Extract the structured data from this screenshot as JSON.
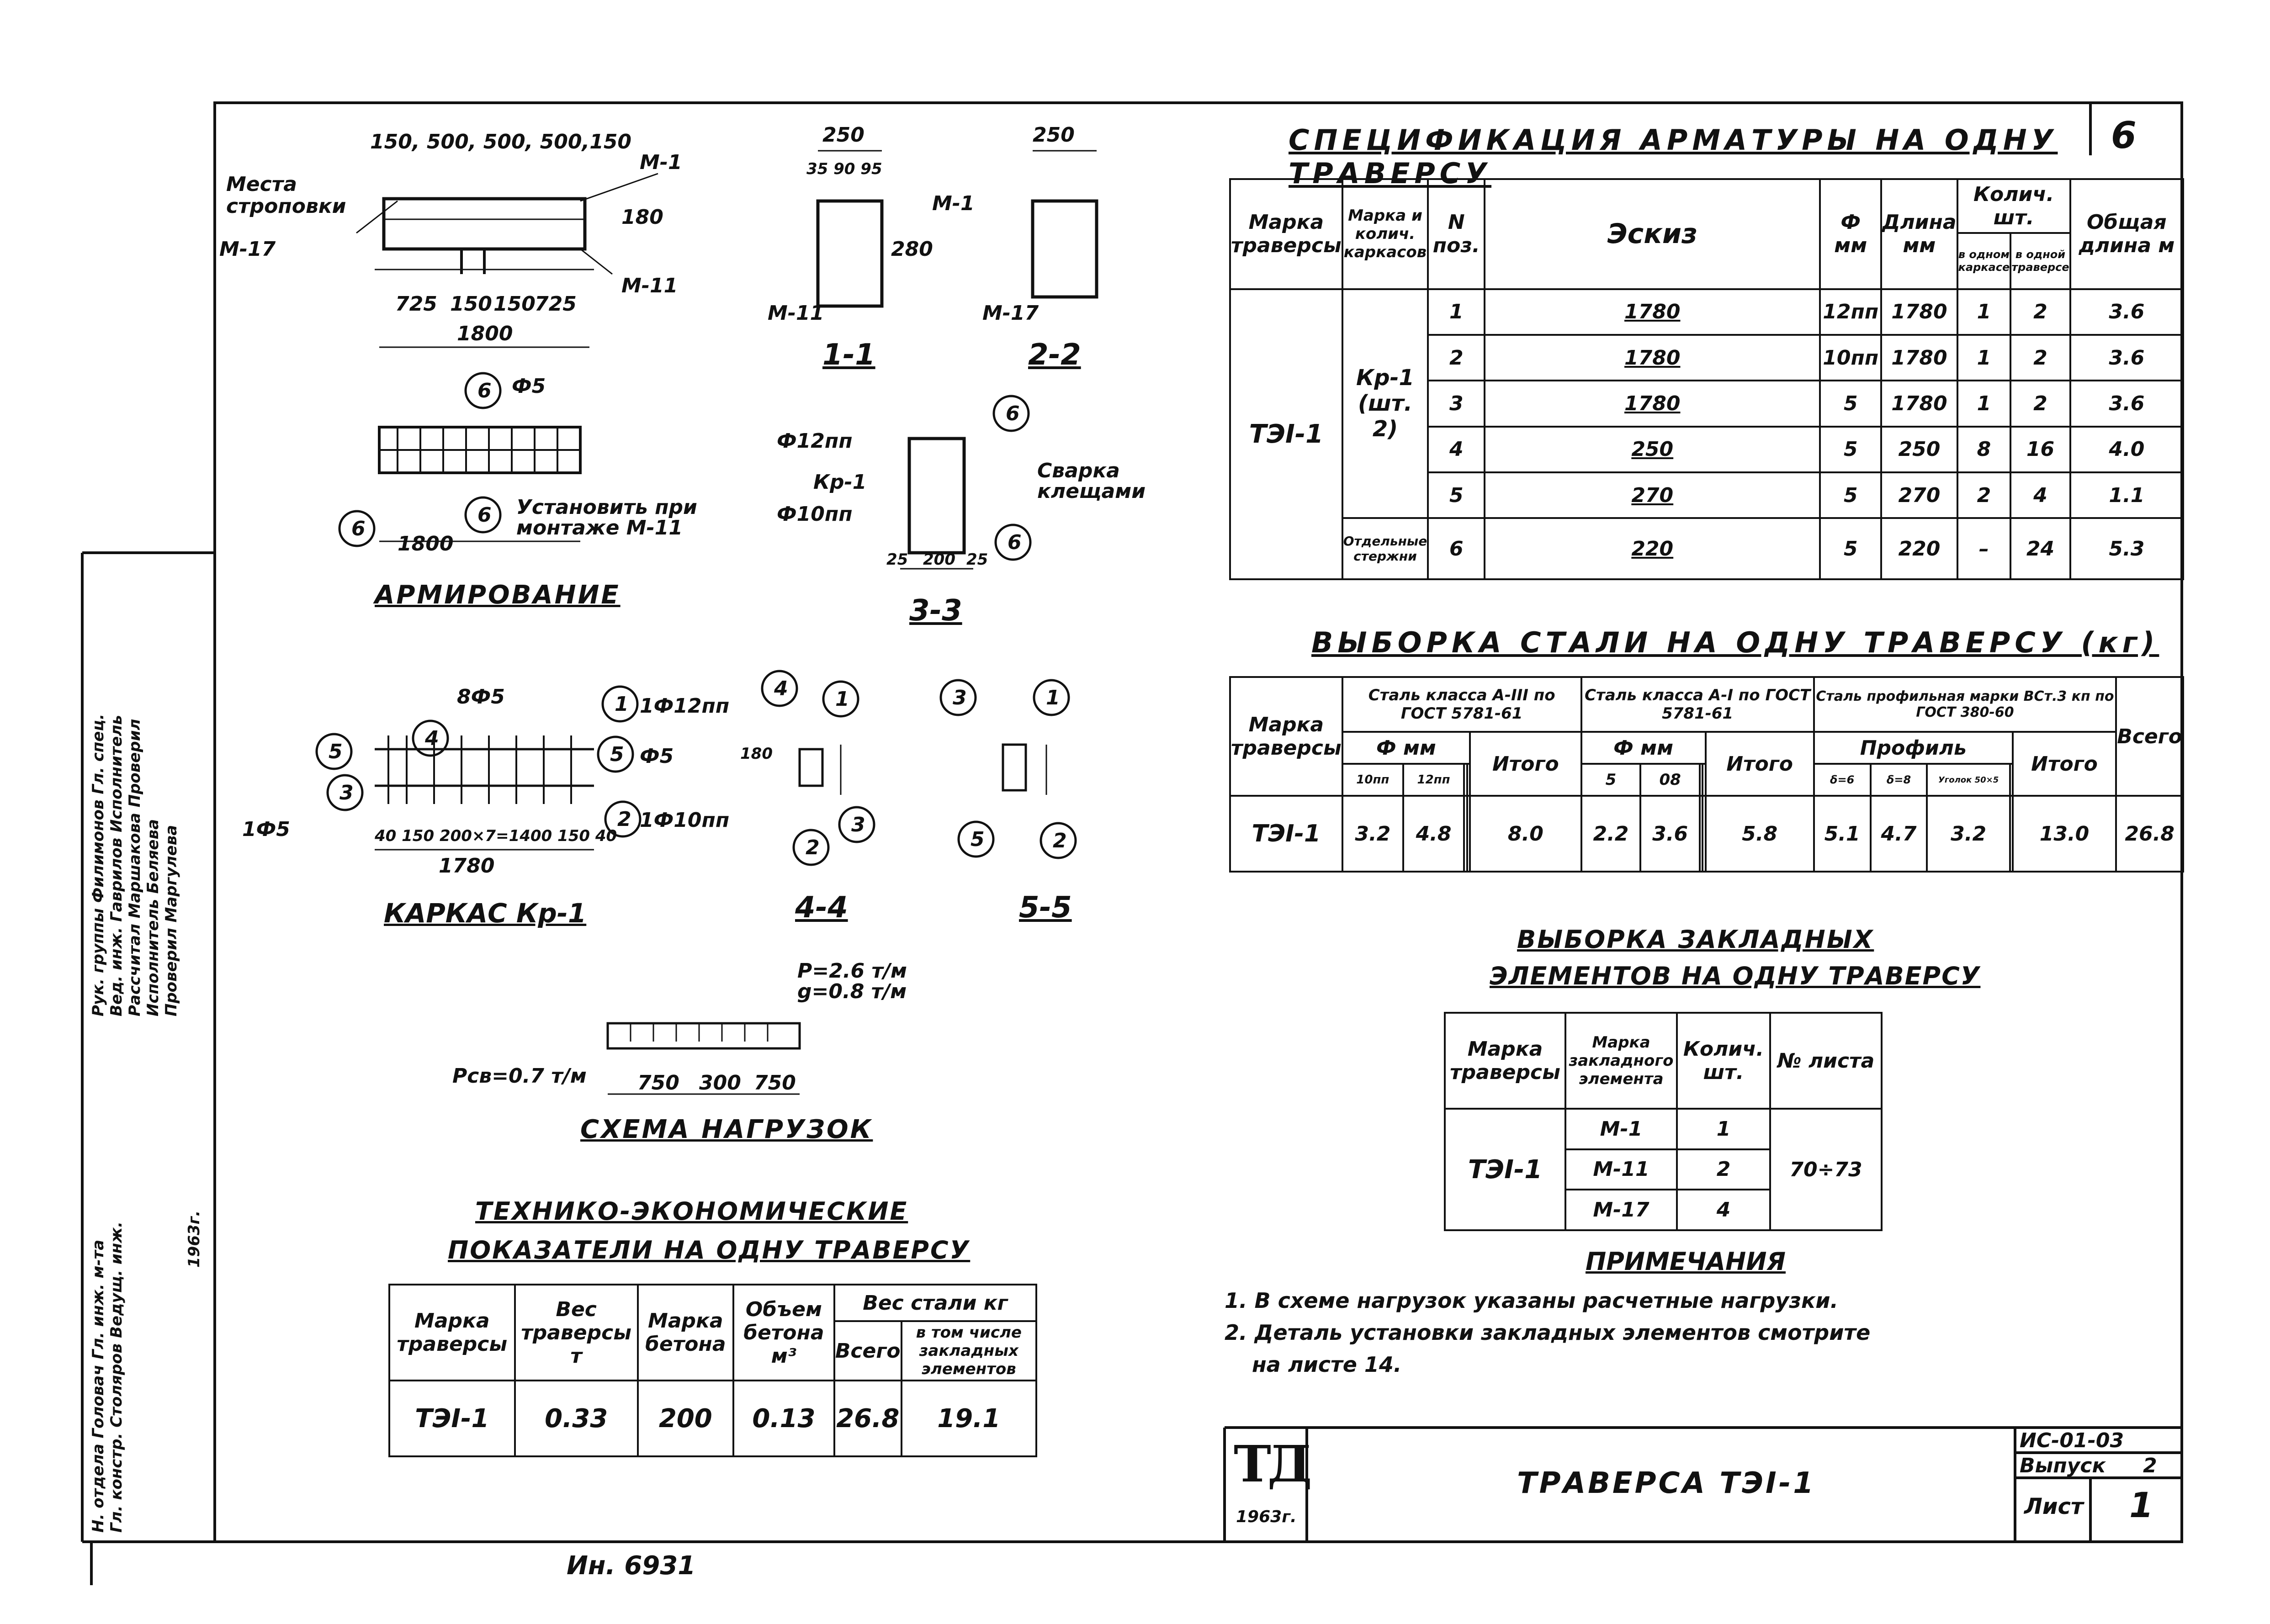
{
  "sheet_number_corner": "6",
  "spec": {
    "title": "СПЕЦИФИКАЦИЯ АРМАТУРЫ НА ОДНУ ТРАВЕРСУ",
    "headers": [
      "Марка траверсы",
      "Марка и колич. каркасов",
      "N поз.",
      "Эскиз",
      "Ф мм",
      "Длина мм",
      "Колич. шт.",
      "Общая длина м"
    ],
    "qty_sub": [
      "в одном каркасе",
      "в одной траверсе"
    ],
    "traverse": "ТЭI-1",
    "group1": "Кр-1 (шт. 2)",
    "group2": "Отдельные стержни",
    "rows": [
      {
        "pos": "1",
        "sketch": "1780",
        "d": "12пп",
        "len": "1780",
        "q1": "1",
        "q2": "2",
        "total": "3.6"
      },
      {
        "pos": "2",
        "sketch": "1780",
        "d": "10пп",
        "len": "1780",
        "q1": "1",
        "q2": "2",
        "total": "3.6"
      },
      {
        "pos": "3",
        "sketch": "1780",
        "d": "5",
        "len": "1780",
        "q1": "1",
        "q2": "2",
        "total": "3.6"
      },
      {
        "pos": "4",
        "sketch": "250",
        "d": "5",
        "len": "250",
        "q1": "8",
        "q2": "16",
        "total": "4.0"
      },
      {
        "pos": "5",
        "sketch": "270",
        "d": "5",
        "len": "270",
        "q1": "2",
        "q2": "4",
        "total": "1.1"
      },
      {
        "pos": "6",
        "sketch": "220",
        "d": "5",
        "len": "220",
        "q1": "–",
        "q2": "24",
        "total": "5.3"
      }
    ]
  },
  "steel": {
    "title": "ВЫБОРКА СТАЛИ НА ОДНУ ТРАВЕРСУ (кг)",
    "h_mark": "Марка траверсы",
    "h_a3": "Сталь класса А-III по ГОСТ 5781-61",
    "h_a1": "Сталь класса А-I по ГОСТ 5781-61",
    "h_prof": "Сталь профильная марки ВСт.3 кп по ГОСТ 380-60",
    "h_total": "Всего",
    "h_dmm": "Ф мм",
    "h_itogo": "Итого",
    "h_profil": "Профиль",
    "sub_a3": [
      "10пп",
      "12пп"
    ],
    "sub_a1": [
      "5",
      "08"
    ],
    "sub_prof": [
      "δ=6",
      "δ=8",
      "Уголок 50×5"
    ],
    "row": {
      "mark": "ТЭI-1",
      "a3_10": "3.2",
      "a3_12": "4.8",
      "a3_itogo": "8.0",
      "a1_5": "2.2",
      "a1_8": "3.6",
      "a1_itogo": "5.8",
      "p1": "5.1",
      "p2": "4.7",
      "p3": "3.2",
      "p_itogo": "13.0",
      "total": "26.8"
    }
  },
  "embedded": {
    "title1": "ВЫБОРКА ЗАКЛАДНЫХ",
    "title2": "ЭЛЕМЕНТОВ НА ОДНУ ТРАВЕРСУ",
    "headers": [
      "Марка траверсы",
      "Марка закладного элемента",
      "Колич. шт.",
      "№ листа"
    ],
    "mark": "ТЭI-1",
    "rows": [
      {
        "el": "М-1",
        "q": "1"
      },
      {
        "el": "М-11",
        "q": "2"
      },
      {
        "el": "М-17",
        "q": "4"
      }
    ],
    "sheets": "70÷73"
  },
  "notes": {
    "title": "ПРИМЕЧАНИЯ",
    "items": [
      "1. В схеме нагрузок указаны расчетные нагрузки.",
      "2. Деталь установки закладных элементов смотрите",
      "на листе 14."
    ]
  },
  "tech": {
    "title1": "ТЕХНИКО-ЭКОНОМИЧЕСКИЕ",
    "title2": "ПОКАЗАТЕЛИ НА ОДНУ ТРАВЕРСУ",
    "headers": [
      "Марка траверсы",
      "Вес траверсы т",
      "Марка бетона",
      "Объем бетона м³",
      "Вес стали кг"
    ],
    "sub": [
      "Всего",
      "в том числе закладных элементов"
    ],
    "row": [
      "ТЭI-1",
      "0.33",
      "200",
      "0.13",
      "26.8",
      "19.1"
    ]
  },
  "drawing": {
    "top_dims": "150, 500, 500, 500,150",
    "lift_label": "Места строповки",
    "m1": "М-1",
    "m11": "М-11",
    "m17": "М-17",
    "bottom_dims": [
      "725",
      "150",
      "150",
      "725"
    ],
    "len_1800": "1800",
    "h_180": "180",
    "sec11": "1-1",
    "sec22": "2-2",
    "sec33": "3-3",
    "sec44": "4-4",
    "sec55": "5-5",
    "dim_250": "250",
    "dim_280": "280",
    "dims_small": "35 90 95",
    "reinf_title": "АРМИРОВАНИЕ",
    "phi5": "Ф5",
    "install_note1": "Установить при",
    "install_note2": "монтаже М-11",
    "kr1": "Кр-1",
    "phi12": "Ф12пп",
    "phi10": "Ф10пп",
    "weld1": "Сварка",
    "weld2": "клещами",
    "dims33": [
      "25",
      "200",
      "25"
    ],
    "cage_title": "КАРКАС Кр-1",
    "b8phi5": "8Ф5",
    "one12": "1Ф12пп",
    "one10": "1Ф10пп",
    "one5": "1Ф5",
    "cage_dims": "40 150 200×7=1400 150 40",
    "len_1780": "1780",
    "load_p": "P=2.6 т/м",
    "load_g": "g=0.8 т/м",
    "load_rw": "Pсв=0.7 т/м",
    "load_dims": [
      "750",
      "300",
      "750"
    ],
    "load_title": "СХЕМА НАГРУЗОК",
    "num_labels": [
      "1",
      "2",
      "3",
      "4",
      "5",
      "6"
    ]
  },
  "stamp": {
    "rows": [
      {
        "role": "Н. отдела",
        "name": "Головач",
        "sign": "Гл. инж. м-та"
      },
      {
        "role": "Гл. констр.",
        "name": "Столяров",
        "sign": "Ведущ. инж."
      },
      {
        "role": "Рук. группы",
        "name": "Филимонов",
        "sign": "Гл. спец."
      },
      {
        "role": "Вед. инж.",
        "name": "Гаврилов",
        "sign": "Исполнитель"
      },
      {
        "role": "Рассчитал",
        "name": "Маршакова",
        "sign": "Проверил"
      },
      {
        "role": "Исполнитель",
        "name": "Беляева",
        "sign": ""
      },
      {
        "role": "Проверил",
        "name": "Маргулева",
        "sign": ""
      }
    ],
    "year": "1963г."
  },
  "title_block": {
    "logo": "ТД",
    "logo_year": "1963г.",
    "name": "ТРАВЕРСА ТЭI-1",
    "code": "ИС-01-03",
    "issue_label": "Выпуск",
    "issue": "2",
    "sheet_label": "Лист",
    "sheet": "1"
  },
  "inv": "Ин. 6931"
}
